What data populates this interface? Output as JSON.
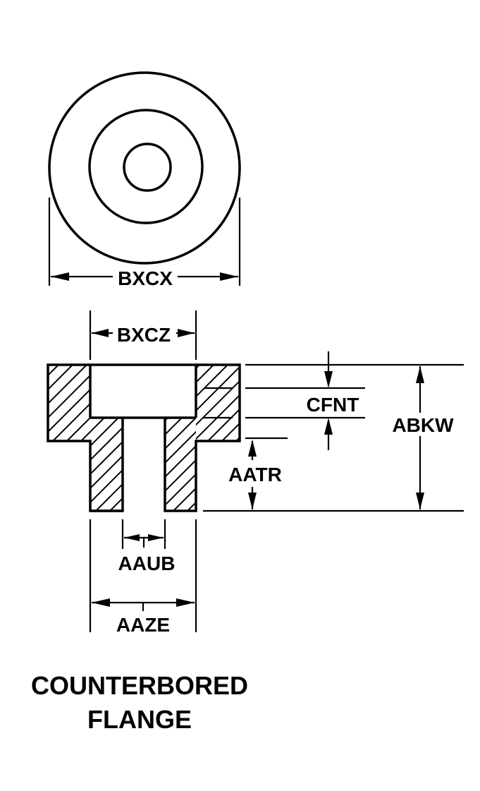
{
  "labels": {
    "outer_diameter": "BXCX",
    "counterbore_diameter": "BXCZ",
    "counterbore_depth": "CFNT",
    "overall_length": "ABKW",
    "shank_length": "AATR",
    "bore_diameter": "AAUB",
    "shank_diameter": "AAZE"
  },
  "caption": {
    "line1": "COUNTERBORED",
    "line2": "FLANGE"
  },
  "colors": {
    "ink": "#000000",
    "background": "#ffffff"
  }
}
